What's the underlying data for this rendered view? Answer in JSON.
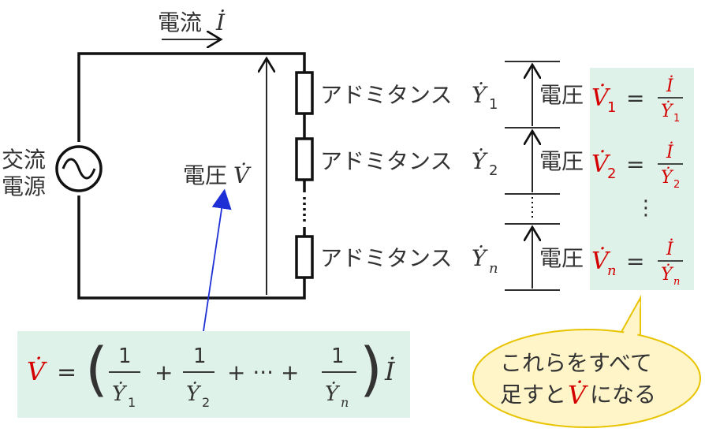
{
  "current_label": "電流",
  "current_symbol": "İ",
  "source_label_line1": "交流",
  "source_label_line2": "電源",
  "total_voltage_label": "電圧",
  "total_voltage_symbol": "V̇",
  "admittance_label": "アドミタンス",
  "voltage_label": "電圧",
  "branches": [
    {
      "Y": "Ẏ",
      "sub": "1",
      "V": "V̇",
      "Vsub": "1"
    },
    {
      "Y": "Ẏ",
      "sub": "2",
      "V": "V̇",
      "Vsub": "2"
    },
    {
      "Y": "Ẏ",
      "sub": "n",
      "V": "V̇",
      "Vsub": "n"
    }
  ],
  "fraction_num": "İ",
  "equals": "=",
  "vdots": "⋮",
  "formula": {
    "lhs": "V̇",
    "eq": "=",
    "one": "1",
    "plus": "+",
    "dots": "+ ··· +",
    "Y": "Ẏ",
    "sub1": "1",
    "sub2": "2",
    "subn": "n",
    "rhs": "İ"
  },
  "callout_line1": "これらをすべて",
  "callout_line2_pre": "足すと",
  "callout_line2_sym": "V̇",
  "callout_line2_post": "になる",
  "colors": {
    "accent_red": "#d40000",
    "formula_bg": "#dff2ea",
    "callout_bg": "#fff5c8",
    "callout_border": "#e8c400",
    "pointer_blue": "#1f2fd6"
  }
}
